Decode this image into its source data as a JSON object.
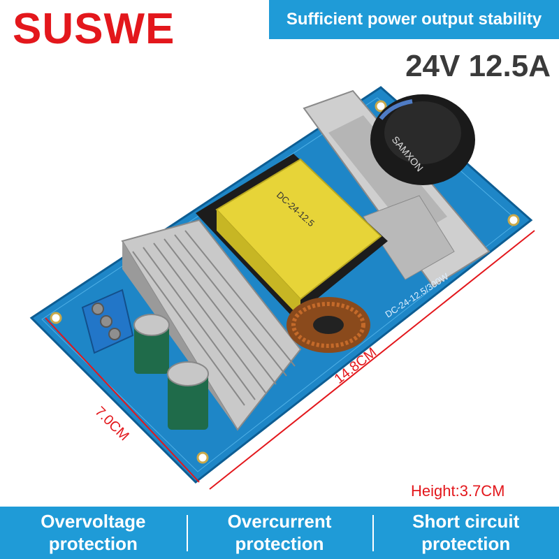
{
  "brand": "SUSWE",
  "tagline": "Sufficient power output stability",
  "spec": "24V 12.5A",
  "dimensions": {
    "length": "14.8CM",
    "width": "7.0CM",
    "height": "Height:3.7CM"
  },
  "board_labels": {
    "transformer": "DC-24-12.5",
    "model": "DC-24-12.5/300W",
    "capacitor_brand": "SAMXON"
  },
  "features": [
    {
      "line1": "Overvoltage",
      "line2": "protection"
    },
    {
      "line1": "Overcurrent",
      "line2": "protection"
    },
    {
      "line1": "Short circuit",
      "line2": "protection"
    }
  ],
  "colors": {
    "brand": "#e3171c",
    "accent": "#1f9bd7",
    "pcb": "#1e86c7"
  }
}
